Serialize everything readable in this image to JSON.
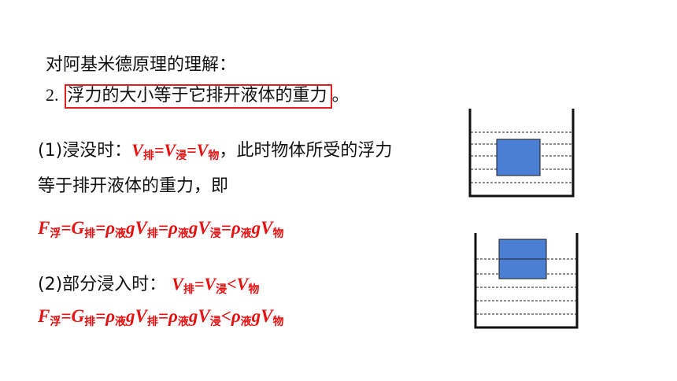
{
  "heading": "对阿基米德原理的理解：",
  "point2": {
    "number": "2.",
    "boxed_text": "浮力的大小等于它排开液体的重力",
    "end_mark": "。"
  },
  "case1": {
    "label": "(1)浸没时：",
    "formula": {
      "V1": "V",
      "s1": "排",
      "eq1": "=",
      "V2": "V",
      "s2": "浸",
      "eq2": "=",
      "V3": "V",
      "s3": "物"
    },
    "rest_line1": "，此时物体所受的浮力",
    "line2": "等于排开液体的重力，即"
  },
  "equation1": {
    "F": "F",
    "sF": "浮",
    "e1": "=",
    "G": "G",
    "sG": "排",
    "e2": "=",
    "rho1": "ρ",
    "sr1": "液",
    "g1": "gV",
    "sv1": "排",
    "e3": "=",
    "rho2": "ρ",
    "sr2": "液",
    "g2": "gV",
    "sv2": "浸",
    "e4": "=",
    "rho3": "ρ",
    "sr3": "液",
    "g3": "gV",
    "sv3": "物"
  },
  "case2": {
    "label": "(2)部分浸入时：",
    "formula": {
      "V1": "V",
      "s1": "排",
      "eq1": "=",
      "V2": "V",
      "s2": "浸",
      "lt": "<",
      "V3": "V",
      "s3": "物"
    }
  },
  "equation2": {
    "F": "F",
    "sF": "浮",
    "e1": "=",
    "G": "G",
    "sG": "排",
    "e2": "=",
    "rho1": "ρ",
    "sr1": "液",
    "g1": "gV",
    "sv1": "排",
    "e3": "=",
    "rho2": "ρ",
    "sr2": "液",
    "g2": "gV",
    "sv2": "浸",
    "lt": "<",
    "rho3": "ρ",
    "sr3": "液",
    "g3": "gV",
    "sv3": "物"
  },
  "colors": {
    "accent": "#e81010",
    "block": "#4a7fd4",
    "beaker": "#111111"
  }
}
